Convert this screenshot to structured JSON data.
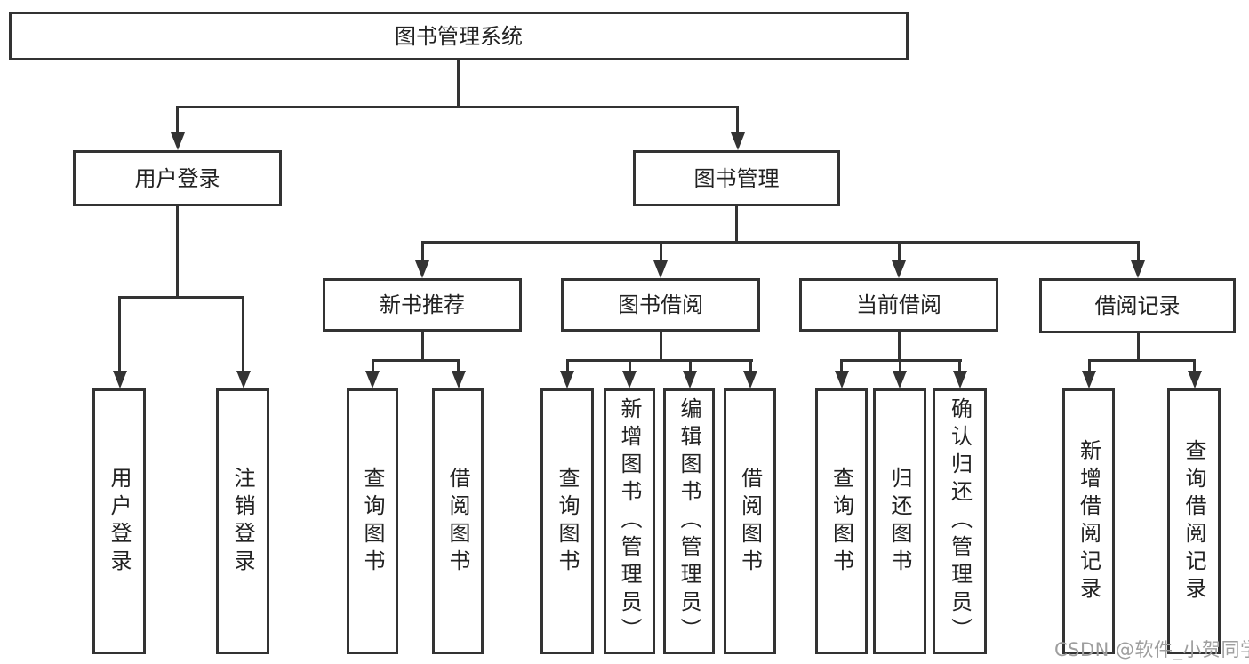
{
  "colors": {
    "line": "#333333",
    "box_border": "#333333",
    "text": "#222222",
    "background": "#ffffff",
    "watermark": "#9e9e9e"
  },
  "tree": {
    "root": "图书管理系统",
    "children": [
      {
        "label": "用户登录",
        "children": [
          "用户登录",
          "注销登录"
        ]
      },
      {
        "label": "图书管理",
        "children": [
          {
            "label": "新书推荐",
            "children": [
              "查询图书",
              "借阅图书"
            ]
          },
          {
            "label": "图书借阅",
            "children": [
              "查询图书",
              "新增图书（管理员）",
              "编辑图书（管理员）",
              "借阅图书"
            ]
          },
          {
            "label": "当前借阅",
            "children": [
              "查询图书",
              "归还图书",
              "确认归还（管理员）"
            ]
          },
          {
            "label": "借阅记录",
            "children": [
              "新增借阅记录",
              "查询借阅记录"
            ]
          }
        ]
      }
    ]
  },
  "watermark": "CSDN @软件_小贺同学"
}
